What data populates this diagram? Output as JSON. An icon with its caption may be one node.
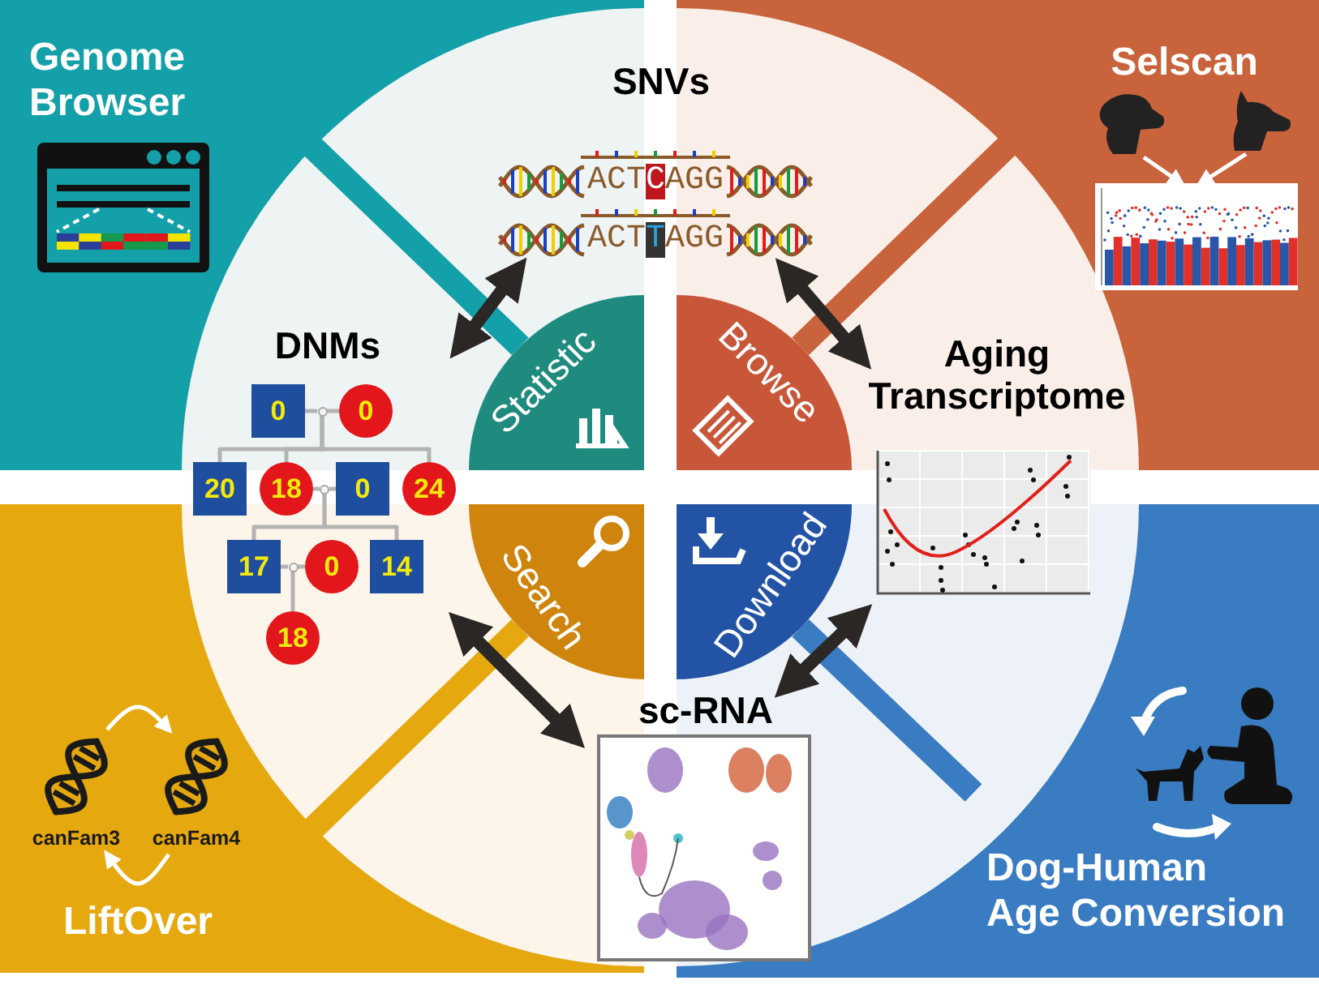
{
  "diagram": {
    "nodes": [
      {
        "text": [
          "Genome Browser"
        ]
      },
      {
        "text": [
          "SNVs",
          "ACTCAGG",
          "ACTTAGG"
        ]
      },
      {
        "text": [
          "Selscan"
        ]
      },
      {
        "text": [],
        "shape": "picture",
        "in": 2
      },
      {
        "text": [],
        "shape": "picture",
        "in": 2
      },
      {
        "text": [],
        "shape": "picture",
        "in": 2
      },
      {
        "text": [
          "DNMs"
        ]
      },
      {
        "text": [
          "0"
        ],
        "in": 6
      },
      {
        "text": [
          "0"
        ],
        "in": 6
      },
      {
        "text": [
          "20"
        ],
        "in": 6
      },
      {
        "text": [
          "18"
        ],
        "in": 6
      },
      {
        "text": [
          "0"
        ],
        "in": 6
      },
      {
        "text": [
          "24"
        ],
        "in": 6
      },
      {
        "text": [
          "17"
        ],
        "in": 6
      },
      {
        "text": [
          "0"
        ],
        "in": 6
      },
      {
        "text": [
          "14"
        ],
        "in": 6
      },
      {
        "text": [
          "18"
        ],
        "in": 6
      },
      {
        "text": [
          "Statistic"
        ]
      },
      {
        "text": [
          "Browse"
        ]
      },
      {
        "text": [
          "Aging Transcriptome"
        ]
      },
      {
        "text": [
          "Search"
        ]
      },
      {
        "text": [
          "Download"
        ]
      },
      {
        "text": [
          "sc-RNA"
        ]
      },
      {
        "text": [
          "LiftOver"
        ]
      },
      {
        "text": [
          "canFam3"
        ],
        "in": 23
      },
      {
        "text": [
          "canFam4"
        ],
        "in": 23
      },
      {
        "text": [
          "Dog-Human Age Conversion"
        ]
      },
      {
        "text": [],
        "shape": "circle",
        "in": 6
      },
      {
        "text": [],
        "shape": "circle",
        "in": 6
      },
      {
        "text": [],
        "shape": "circle",
        "in": 6
      }
    ],
    "edges": [
      {
        "from": 6,
        "to": 1,
        "arrow": "both",
        "style": "thick",
        "color": "#2b2724"
      },
      {
        "from": 1,
        "to": 19,
        "arrow": "both",
        "style": "thick",
        "color": "#2b2724"
      },
      {
        "from": 6,
        "to": 22,
        "arrow": "both",
        "style": "thick",
        "color": "#2b2724"
      },
      {
        "from": 22,
        "to": 19,
        "arrow": "both",
        "style": "thick",
        "color": "#2b2724"
      },
      {
        "from": 3,
        "to": 5,
        "arrow": "to",
        "color": "#ffffff"
      },
      {
        "from": 4,
        "to": 5,
        "arrow": "to",
        "color": "#ffffff"
      },
      {
        "from": 24,
        "to": 25,
        "arrow": "to",
        "color": "#ffffff"
      },
      {
        "from": 25,
        "to": 24,
        "arrow": "to",
        "color": "#ffffff"
      },
      {
        "from": 7,
        "to": 27,
        "arrow": "none"
      },
      {
        "from": 27,
        "to": 8,
        "arrow": "none"
      },
      {
        "from": 27,
        "to": 9,
        "arrow": "none"
      },
      {
        "from": 27,
        "to": 10,
        "arrow": "none"
      },
      {
        "from": 27,
        "to": 12,
        "arrow": "none"
      },
      {
        "from": 10,
        "to": 28,
        "arrow": "none"
      },
      {
        "from": 28,
        "to": 11,
        "arrow": "none"
      },
      {
        "from": 28,
        "to": 13,
        "arrow": "none"
      },
      {
        "from": 28,
        "to": 15,
        "arrow": "none"
      },
      {
        "from": 13,
        "to": 29,
        "arrow": "none"
      },
      {
        "from": 29,
        "to": 14,
        "arrow": "none"
      },
      {
        "from": 29,
        "to": 16,
        "arrow": "none"
      },
      {
        "from": 17,
        "to": 0,
        "arrow": "none",
        "style": "thick",
        "color": "#14a0a9"
      },
      {
        "from": 18,
        "to": 2,
        "arrow": "none",
        "style": "thick",
        "color": "#c8633b"
      },
      {
        "from": 20,
        "to": 23,
        "arrow": "none",
        "style": "thick",
        "color": "#e5a80e"
      },
      {
        "from": 21,
        "to": 26,
        "arrow": "none",
        "style": "thick",
        "color": "#3a7cc1"
      }
    ]
  }
}
